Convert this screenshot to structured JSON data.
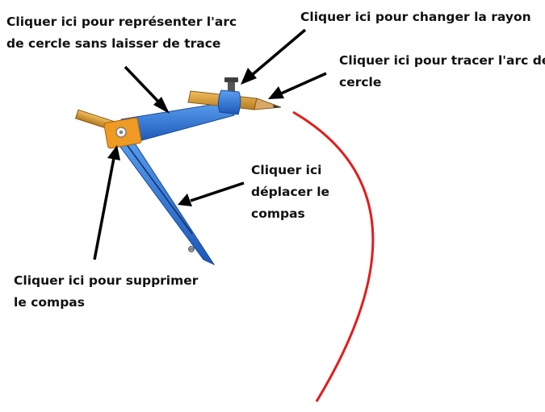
{
  "labels": {
    "arc_preview": [
      "Cliquer ici pour représenter l'arc",
      "de cercle sans laisser de trace"
    ],
    "change_radius": [
      "Cliquer ici pour changer la rayon"
    ],
    "draw_arc": [
      "Cliquer ici pour tracer l'arc de",
      "cercle"
    ],
    "move_compass": [
      "Cliquer ici",
      "déplacer le",
      "compas"
    ],
    "delete_compass": [
      "Cliquer ici pour supprimer",
      "le compas"
    ]
  },
  "colors": {
    "arc": "#e41b1b",
    "compass_arm": "#2f74d4",
    "hinge": "#ef9a23",
    "pencil_wood": "#d38f2c",
    "arrow": "#000000"
  },
  "icons": {
    "compass": "drawing-compass-icon",
    "pencil": "pencil-icon",
    "radius_screw": "screw-icon",
    "hinge": "hinge-icon",
    "needle": "needle-icon"
  }
}
